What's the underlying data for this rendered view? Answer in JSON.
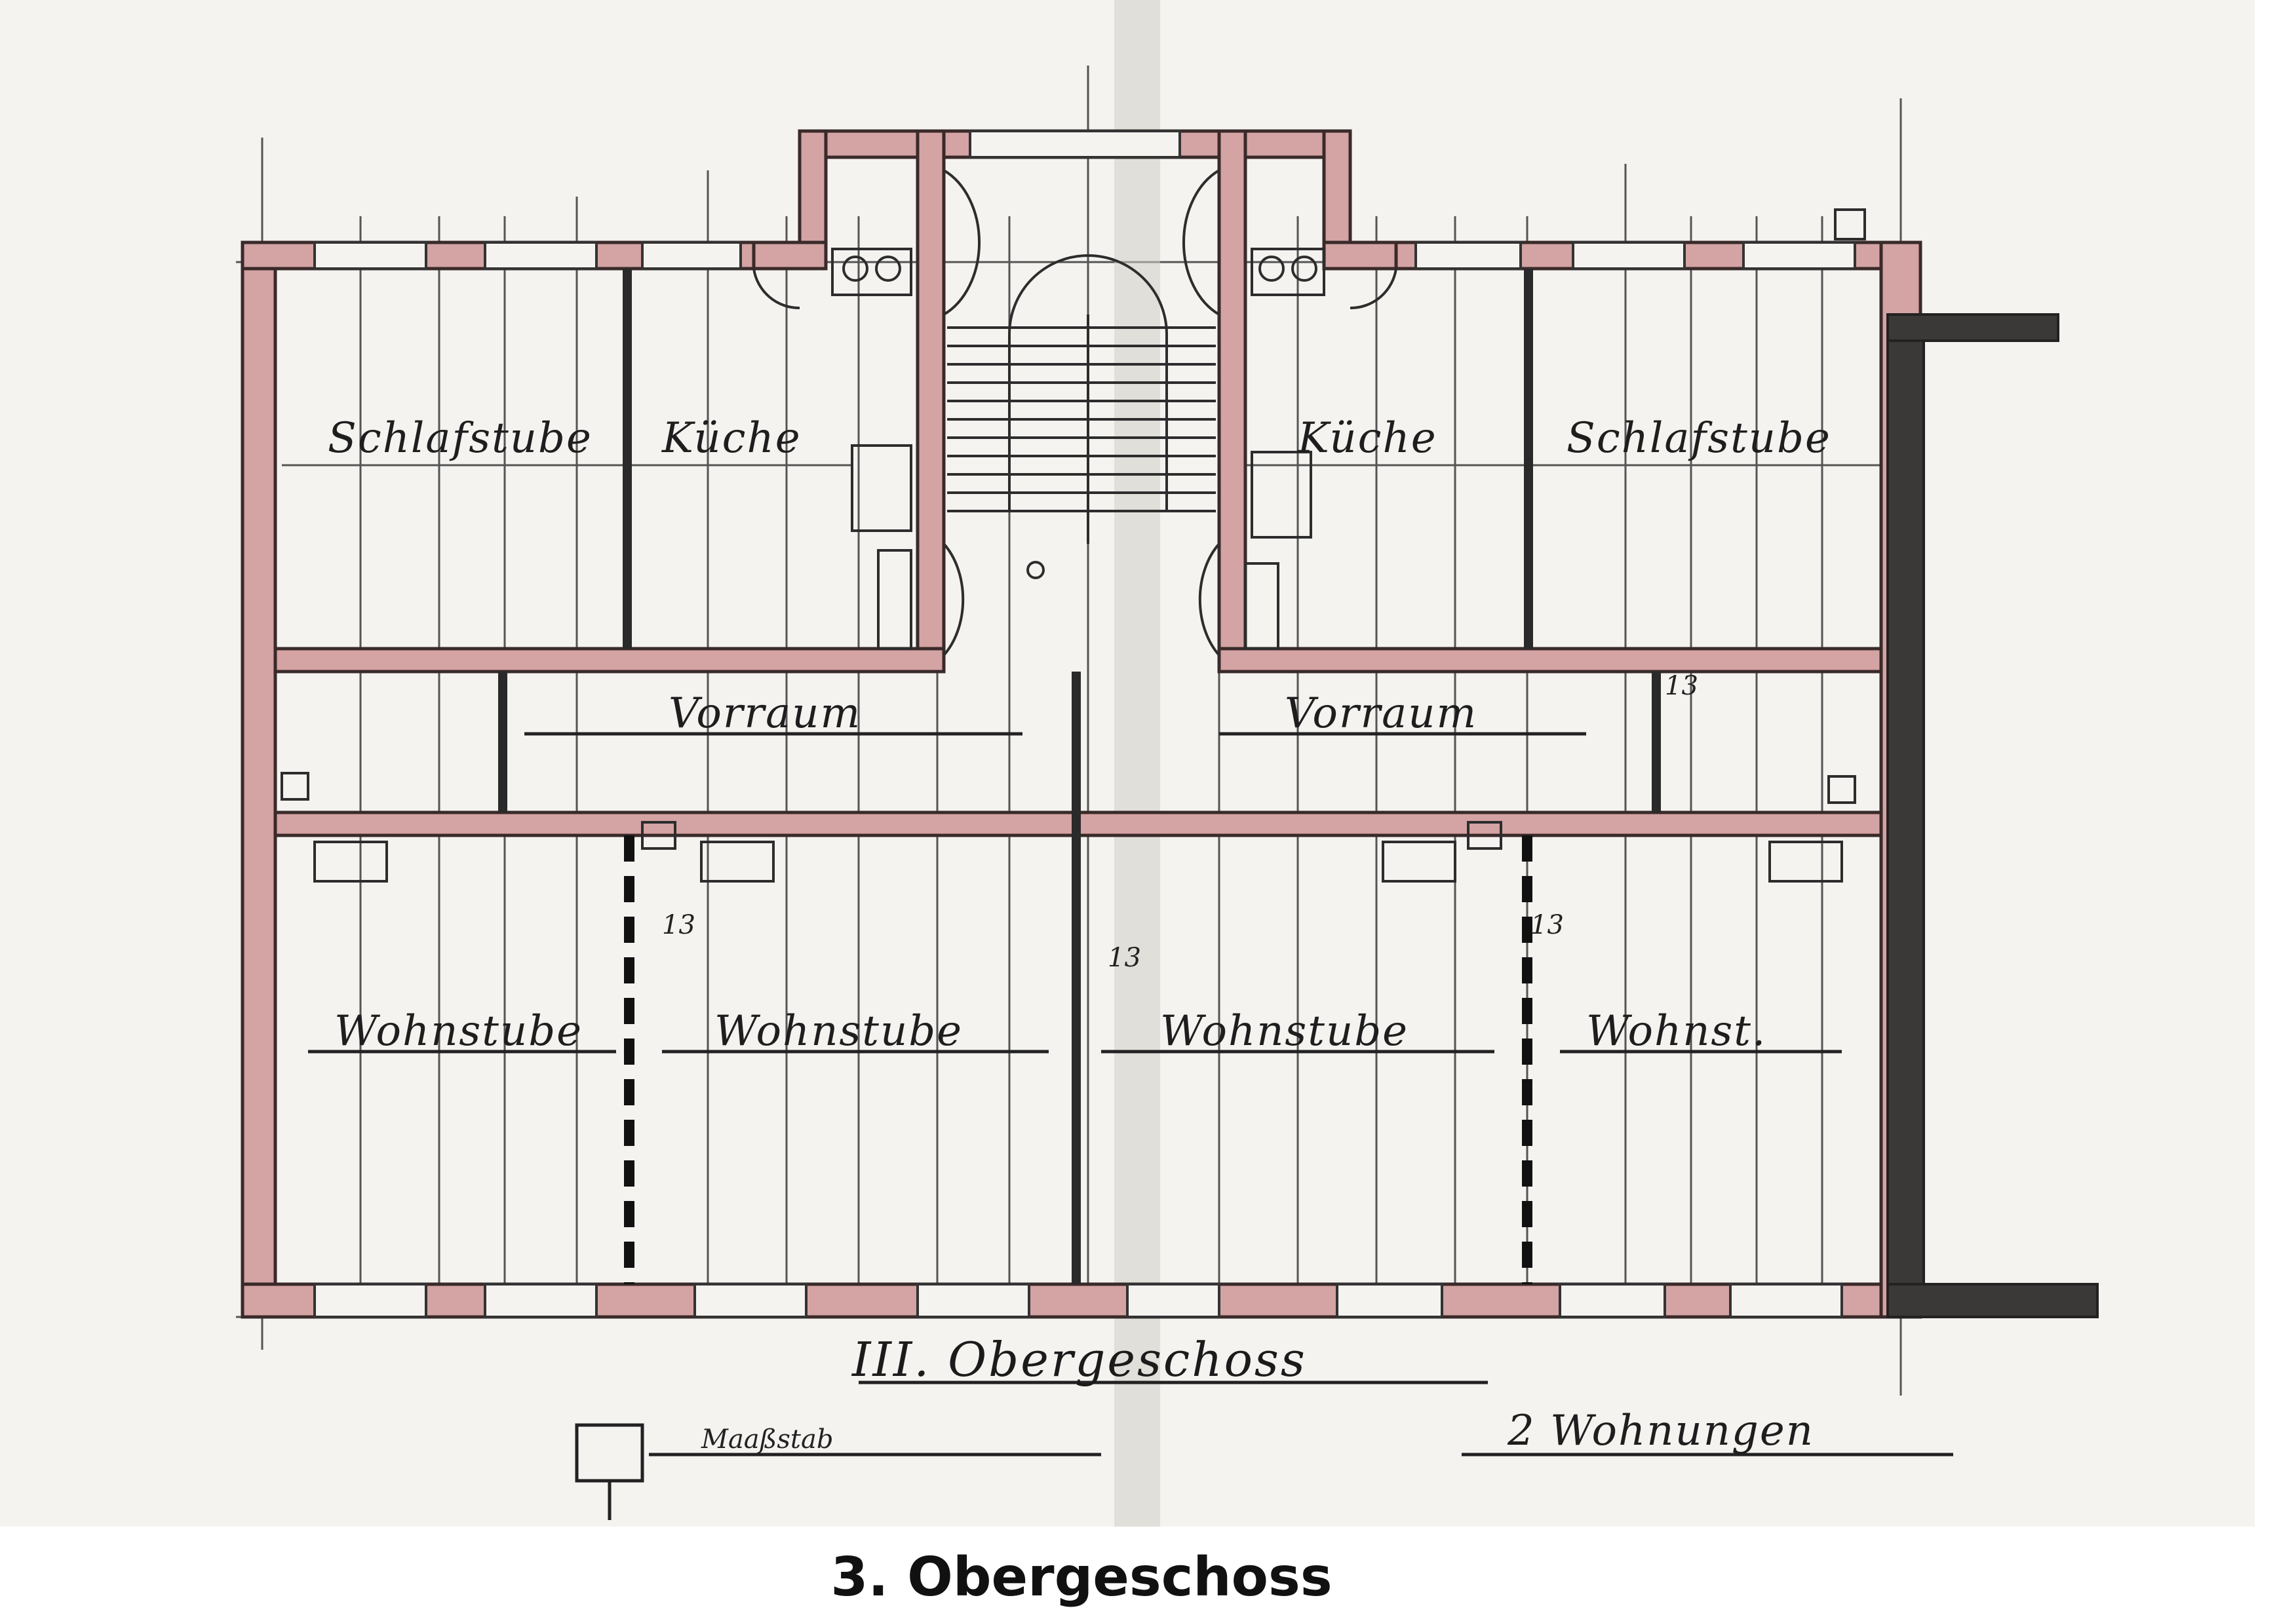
{
  "plan": {
    "rooms": {
      "schlafstube_left": "Schlafstube",
      "kueche_left": "Küche",
      "kueche_right": "Küche",
      "schlafstube_right": "Schlafstube",
      "vorraum_left": "Vorraum",
      "vorraum_right": "Vorraum",
      "wohnstube_1": "Wohnstube",
      "wohnstube_2": "Wohnstube",
      "wohnstube_3": "Wohnstube",
      "wohnst_4": "Wohnst."
    },
    "floor_title": "III. Obergeschoss",
    "apartments_note": "2 Wohnungen",
    "scale_note": "Maaßstab",
    "dim_13a": "13",
    "dim_13b": "13",
    "dim_13c": "13",
    "dim_13d": "13"
  },
  "caption": "3. Obergeschoss"
}
